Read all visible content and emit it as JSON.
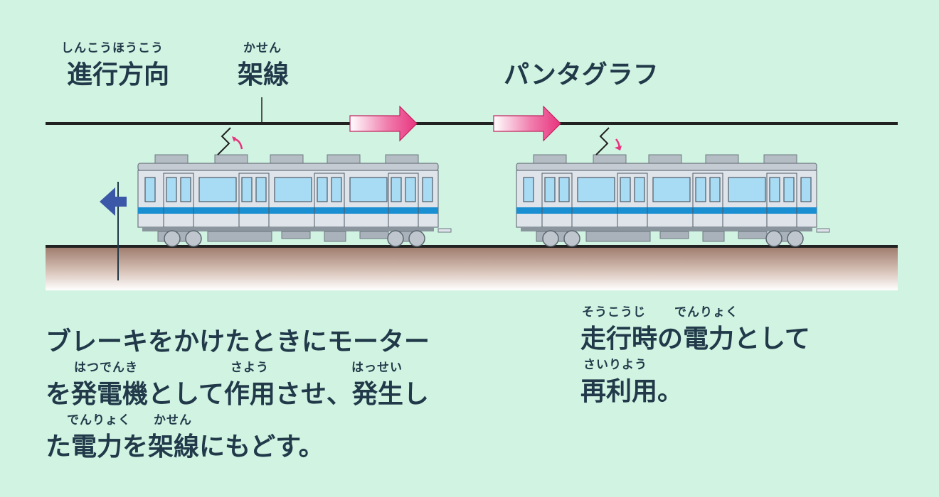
{
  "labels": {
    "direction": {
      "text": "進行方向",
      "ruby": "しんこうほうこう"
    },
    "overhead_line": {
      "text": "架線",
      "ruby": "かせん"
    },
    "pantograph": {
      "text": "パンタグラフ"
    }
  },
  "left_text": {
    "line1": {
      "text": "ブレーキをかけたときにモーター"
    },
    "line2": {
      "text": "を発電機として作用させ、発生し",
      "ruby_a": "はつでんき",
      "ruby_b": "さよう",
      "ruby_c": "はっせい"
    },
    "line3": {
      "text": "た電力を架線にもどす。",
      "ruby_a": "でんりょく",
      "ruby_b": "かせん"
    }
  },
  "right_text": {
    "line1": {
      "text": "走行時の電力として",
      "ruby_a": "そうこうじ",
      "ruby_b": "でんりょく"
    },
    "line2": {
      "text": "再利用。",
      "ruby_a": "さいりよう"
    }
  },
  "colors": {
    "background": "#d1f4e2",
    "text": "#213949",
    "arrow_pink": "#e8337e",
    "arrow_blue": "#3b58a8",
    "train_body": "#dfe4ea",
    "train_stripe": "#1a8fd1",
    "window": "#a8dbf4",
    "ground": "#a07e6f"
  }
}
